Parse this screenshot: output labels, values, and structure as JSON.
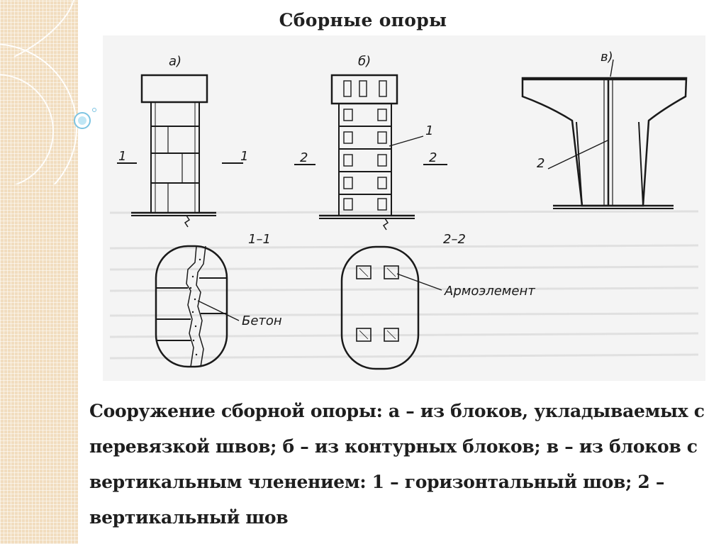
{
  "slide": {
    "title": "Сборные опоры",
    "caption": "Сооружение сборной опоры: а – из блоков, укладываемых с перевязкой швов; б – из контурных блоков; в – из блоков с вертикальным членением: 1 – горизонтальный шов; 2 – вертикальный шов"
  },
  "figure": {
    "labels": {
      "a": "а)",
      "b": "б)",
      "v": "в)",
      "one_left": "1",
      "one_right": "1",
      "two_left": "2",
      "two_right": "2",
      "b_callout": "1",
      "v_callout": "2",
      "section_1": "1–1",
      "section_2": "2–2",
      "concrete": "Бетон",
      "armo": "Армоэлемент"
    }
  },
  "colors": {
    "sidebar": "#f1ddbf",
    "ink": "#1a1a1a",
    "paper": "#f3f3f3",
    "accent_dot": "#9fd3ea"
  }
}
